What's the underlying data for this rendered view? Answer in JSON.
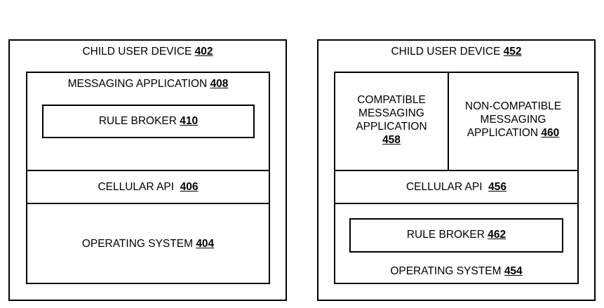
{
  "left": {
    "device": {
      "label": "CHILD USER DEVICE",
      "ref": "402"
    },
    "messaging_app": {
      "label": "MESSAGING APPLICATION",
      "ref": "408"
    },
    "rule_broker": {
      "label": "RULE BROKER",
      "ref": "410"
    },
    "cellular_api": {
      "label": "CELLULAR API",
      "ref": "406"
    },
    "operating_system": {
      "label": "OPERATING SYSTEM",
      "ref": "404"
    }
  },
  "right": {
    "device": {
      "label": "CHILD USER DEVICE",
      "ref": "452"
    },
    "compatible_app": {
      "lines": [
        "COMPATIBLE",
        "MESSAGING",
        "APPLICATION"
      ],
      "ref": "458"
    },
    "non_compatible_app": {
      "lines": [
        "NON-COMPATIBLE",
        "MESSAGING"
      ],
      "last_line": "APPLICATION",
      "ref": "460"
    },
    "cellular_api": {
      "label": "CELLULAR API",
      "ref": "456"
    },
    "rule_broker": {
      "label": "RULE BROKER",
      "ref": "462"
    },
    "operating_system": {
      "label": "OPERATING SYSTEM",
      "ref": "454"
    }
  }
}
